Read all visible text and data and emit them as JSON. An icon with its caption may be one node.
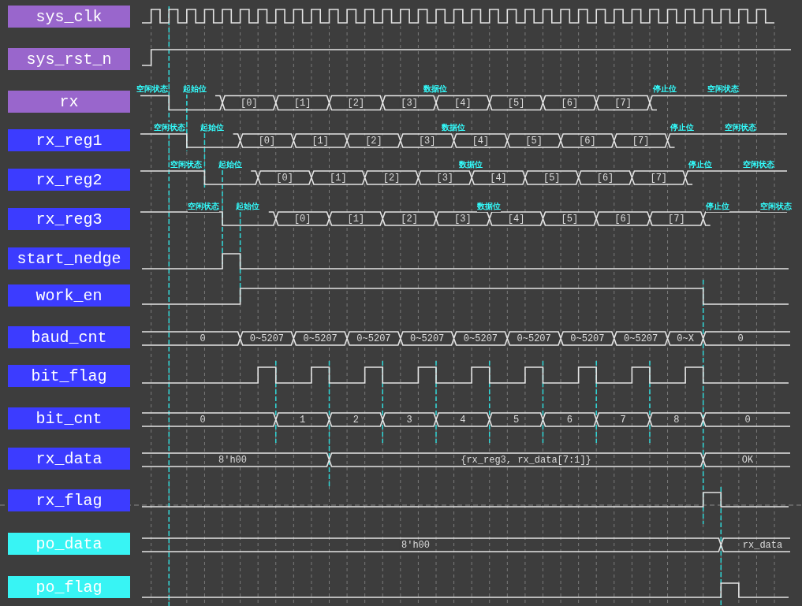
{
  "diagram": {
    "nodes": [
      {
        "text": [
          "sys_clk"
        ]
      },
      {
        "text": [
          "sys_rst_n"
        ]
      },
      {
        "text": [
          "rx"
        ]
      },
      {
        "text": [
          "rx_reg1"
        ]
      },
      {
        "text": [
          "rx_reg2"
        ]
      },
      {
        "text": [
          "rx_reg3"
        ]
      },
      {
        "text": [
          "start_nedge"
        ]
      },
      {
        "text": [
          "work_en"
        ]
      },
      {
        "text": [
          "baud_cnt"
        ]
      },
      {
        "text": [
          "bit_flag"
        ]
      },
      {
        "text": [
          "bit_cnt"
        ]
      },
      {
        "text": [
          "rx_data"
        ]
      },
      {
        "text": [
          "rx_flag"
        ]
      },
      {
        "text": [
          "po_data"
        ]
      },
      {
        "text": [
          "po_flag"
        ]
      }
    ],
    "edges": [],
    "labels": [
      "空闲状态",
      "起始位",
      "数据位",
      "停止位",
      "空闲状态",
      "[0]",
      "[1]",
      "[2]",
      "[3]",
      "[4]",
      "[5]",
      "[6]",
      "[7]",
      "空闲状态",
      "起始位",
      "数据位",
      "停止位",
      "空闲状态",
      "[0]",
      "[1]",
      "[2]",
      "[3]",
      "[4]",
      "[5]",
      "[6]",
      "[7]",
      "空闲状态",
      "起始位",
      "数据位",
      "停止位",
      "空闲状态",
      "[0]",
      "[1]",
      "[2]",
      "[3]",
      "[4]",
      "[5]",
      "[6]",
      "[7]",
      "空闲状态",
      "起始位",
      "数据位",
      "停止位",
      "空闲状态",
      "[0]",
      "[1]",
      "[2]",
      "[3]",
      "[4]",
      "[5]",
      "[6]",
      "[7]",
      "0",
      "0~5207",
      "0~5207",
      "0~5207",
      "0~5207",
      "0~5207",
      "0~5207",
      "0~5207",
      "0~5207",
      "0~X",
      "0",
      "0",
      "1",
      "2",
      "3",
      "4",
      "5",
      "6",
      "7",
      "8",
      "0",
      "8'h00",
      "{rx_reg3, rx_data[7:1]}",
      "OK",
      "8'h00",
      "rx_data"
    ]
  }
}
